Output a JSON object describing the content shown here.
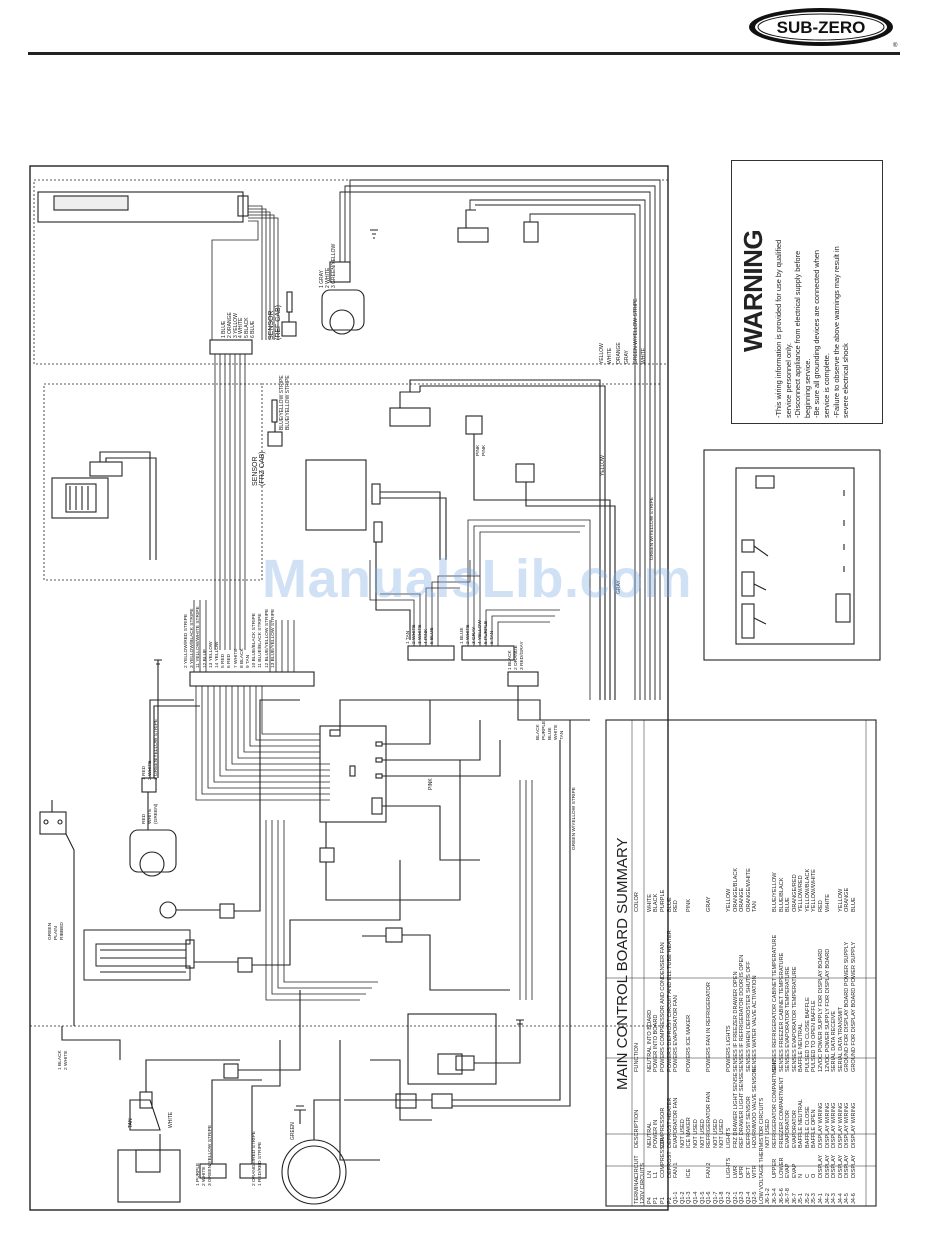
{
  "header": {
    "logo_text": "SUB-ZERO",
    "registered_mark": "®"
  },
  "watermark": "ManualsLib.com",
  "warning": {
    "title": "WARNING",
    "lines": [
      "-This wiring information is provided for use by qualified",
      "service personnel only.",
      "-Disconnect appliance from electrical supply before",
      "beginning service.",
      "-Be sure all grounding devices are connected when",
      "service is complete.",
      "-Failure to observe the above warnings may result in",
      "severe electrical shock"
    ]
  },
  "labels": {
    "sensor_ref": [
      "SENSOR",
      "(REF CAB)"
    ],
    "sensor_frz": [
      "SENSOR",
      "(FRZ CAB)"
    ],
    "ref_cab_wires": [
      "1 BLUE",
      "2 ORANGE",
      "3 YELLOW",
      "4 WHITE",
      "5 BLACK",
      "6 BLUE"
    ],
    "sensor_ref_stripes": [
      "BLUE/YELLOW STRIPE",
      "BLUE/YELLOW STRIPE"
    ],
    "valve_wires": [
      "1 GRAY",
      "2 WHITE",
      "3 GREEN/YELLOW"
    ],
    "right_colors": [
      "YELLOW",
      "WHITE",
      "ORANGE",
      "GRAY",
      "GREEN W/YELLOW STRIPE",
      "WHITE"
    ],
    "harness_wires": [
      "2 YELLOW/RED STRIPE",
      "3 YELLOW/BLACK STRIPE",
      "11 YELLOW/WHITE STRIPE",
      "12 BLUE",
      "13 YELLOW",
      "14 YELLOW",
      "5 RED",
      "6 RED",
      "7 WHITE",
      "8 BLACK",
      "9 TAN",
      "10 BLUE/BLACK STRIPE",
      "11 BLUE/BLACK STRIPE",
      "12 BLUE/YELLOW STRIPE",
      "13 BLUE/YELLOW STRIPE"
    ],
    "mid_left_wires": [
      "1 TAN",
      "2 WHITE",
      "3 WHITE",
      "4 PINK",
      "5 BLUE"
    ],
    "mid_right_wires": [
      "1 BLUE",
      "2 WHITE",
      "3 GRAY",
      "4 YELLOW",
      "5 PURPLE",
      "6 TAN"
    ],
    "lower_mid_wires": [
      "1 BLACK",
      "2 ORANGE",
      "3 RED/GRAY"
    ],
    "board_wires": [
      "BLACK",
      "PURPLE",
      "BLUE",
      "WHITE",
      "TAN"
    ],
    "pink_pair": [
      "PINK",
      "PINK"
    ],
    "green_stripe": "GREEN W/YELLOW STRIPE",
    "fan_left_wires": [
      "1 RED",
      "2 WHITE",
      "3 GREEN/YELLOW STRIPE"
    ],
    "fan_left_small": [
      "RED",
      "WHITE",
      "(GREEN)"
    ],
    "plug_wires": [
      "GREEN",
      "PLAIN",
      "RIBBED"
    ],
    "lower_wires": [
      "1 BLACK",
      "2 WHITE"
    ],
    "comp_wires": [
      "1 PURPLE",
      "2 WHITE",
      "3 GREEN/YELLOW STRIPE"
    ],
    "fan2_wires": [
      "2 ORANGE/RED STRIPE",
      "1 RED/RED STRIPE"
    ],
    "tan": "TAN",
    "white": "WHITE",
    "green": "GREEN",
    "gray": "GRAY",
    "yellow": "YELLOW",
    "pink": "PINK"
  },
  "summary": {
    "title": "MAIN CONTROL BOARD SUMMARY",
    "headers": [
      "TERMINAL",
      "CIRCUIT",
      "DESCRIPTION",
      "FUNCTION",
      "COLOR"
    ],
    "section_120": "120V CIRCUITS",
    "rows_120": [
      [
        "P4",
        "LN",
        "NEUTRAL",
        "NEUTRAL INTO BOARD",
        "WHITE"
      ],
      [
        "P1",
        "L1",
        "POWER IN",
        "POWER INTO BOARD",
        "BLACK"
      ],
      [
        "P1",
        "COMPRESSOR",
        "COMPRESSOR",
        "POWERS COMPRESSOR AND CONDENSER FAN",
        "PURPLE"
      ],
      [
        "P2",
        "DEFROST",
        "DEFROST HEATER",
        "POWERS DEFROST CIRCUIT AND ELL TUBE HEATER",
        "BLUE"
      ],
      [
        "Q1-1",
        "FAN 1",
        "EVAPORATOR FAN",
        "POWERS EVAPORATOR FAN",
        "RED"
      ],
      [
        "Q1-2",
        "",
        "NOT USED",
        "",
        ""
      ],
      [
        "Q1-3",
        "ICE",
        "ICE MAKER",
        "POWERS ICE MAKER",
        "PINK"
      ],
      [
        "Q1-4",
        "",
        "NOT USED",
        "",
        ""
      ],
      [
        "Q1-5",
        "",
        "NOT USED",
        "",
        ""
      ],
      [
        "Q1-6",
        "FAN 2",
        "REFRIGERATOR FAN",
        "POWERS FAN IN REFRIGERATOR",
        "GRAY"
      ],
      [
        "Q1-7",
        "",
        "NOT USED",
        "",
        ""
      ],
      [
        "Q1-8",
        "",
        "NOT USED",
        "",
        ""
      ],
      [
        "Q2-2",
        "LIGHTS",
        "LIGHTS",
        "POWERS LIGHTS",
        "YELLOW"
      ],
      [
        "Q2-1",
        "LWR",
        "FRZ DRAWER LIGHT SENSE",
        "SENSES IF FREEZER DRAWER OPEN",
        "ORANGE/BLACK"
      ],
      [
        "Q2-3",
        "UPR",
        "REF DRAWER LIGHT SENSE",
        "SENSES IF REFRIGERATOR DOOR IS OPEN",
        "ORANGE"
      ],
      [
        "Q2-4",
        "DFT",
        "DEFROST SENSOR",
        "SENSES WHEN DEFROSTER SHUTS OFF",
        "ORANGE/WHITE"
      ],
      [
        "Q2-5",
        "WTR",
        "H2O/RMWOO VALVE SENSOR",
        "SENSES WATER VALVE ACTIVATION",
        "TAN"
      ]
    ],
    "section_low": "LOW VOLTAGE THERMISTOR CIRCUITS",
    "rows_low": [
      [
        "J6-1-2",
        "",
        "NOT USED",
        "",
        ""
      ],
      [
        "J6-3-4",
        "UPPER",
        "REFRIGERATOR COMPARTMENT",
        "SENSES REFRIGERATOR CABINET TEMPERATURE",
        "BLUE/YELLOW"
      ],
      [
        "J6-5-6",
        "LOWER",
        "FREEZER COMPARTMENT",
        "SENSES FREEZER CABINET TEMPERATURE",
        "BLUE/BLACK"
      ],
      [
        "J6-7-8",
        "EVAP",
        "EVAPORATOR",
        "SENSES EVAPORATOR TEMPERATURE",
        "BLUE"
      ],
      [
        "J6-7",
        "EVAP",
        "EVAPORATOR",
        "SENSES EVAPORATOR TEMPERATURE",
        "ORANGE/RED"
      ],
      [
        "J5-1",
        "N",
        "BAFFLE NEUTRAL",
        "BAFFLE NEUTRAL",
        "YELLOW/RED"
      ],
      [
        "J5-2",
        "C",
        "BAFFLE CLOSE",
        "PULSED TO CLOSE BAFFLE",
        "YELLOW/BLACK"
      ],
      [
        "J5-3",
        "O",
        "BAFFLE OPEN",
        "PULSED TO OPEN BAFFLE",
        "YELLOW/WHITE"
      ],
      [
        "J4-1",
        "DISPLAY",
        "DISPLAY WIRING",
        "12VDC POWER SUPPLY FOR DISPLAY BOARD",
        "RED"
      ],
      [
        "J4-2",
        "DISPLAY",
        "DISPLAY WIRING",
        "12VDC POWER SUPPLY FOR DISPLAY BOARD",
        "WHITE"
      ],
      [
        "J4-3",
        "DISPLAY",
        "DISPLAY WIRING",
        "SERIAL DATA RECEIVE",
        ""
      ],
      [
        "J4-4",
        "DISPLAY",
        "DISPLAY WIRING",
        "SERIAL DATA TRANSMIT",
        "YELLOW"
      ],
      [
        "J4-5",
        "DISPLAY",
        "DISPLAY WIRING",
        "GROUND FOR DISPLAY BOARD POWER SUPPLY",
        "ORANGE"
      ],
      [
        "J4-6",
        "DISPLAY",
        "DISPLAY WIRING",
        "GROUND FOR DISPLAY BOARD POWER SUPPLY",
        "BLUE"
      ]
    ]
  }
}
